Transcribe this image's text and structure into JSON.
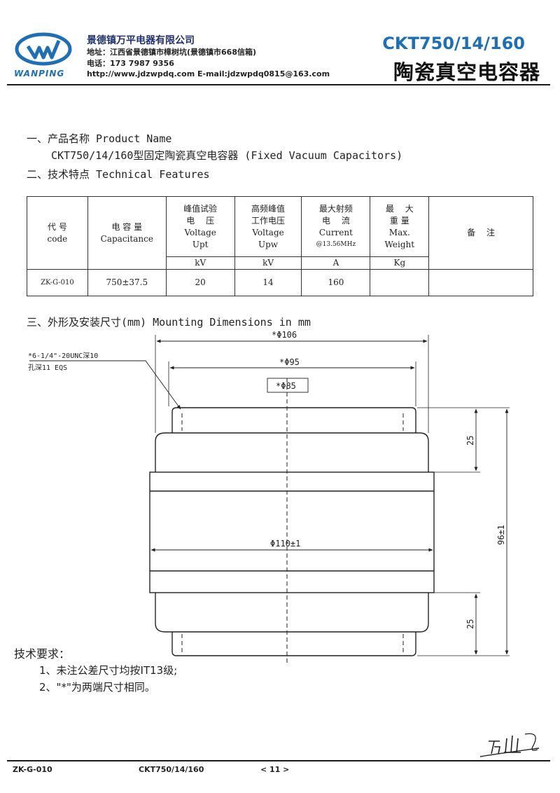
{
  "header": {
    "logo_text": "WANPING",
    "company_name": "景德镇万平电器有限公司",
    "address": "地址：江西省景德镇市樟树坑(景德镇市668信箱)",
    "phone": "电话：173 7987 9356",
    "web_email": "http://www.jdzwpdq.com   E-mail:jdzwpdq0815@163.com",
    "model": "CKT750/14/160",
    "product_title": "陶瓷真空电容器"
  },
  "sections": {
    "product_name_heading": "一、产品名称  Product Name",
    "product_name_value": "CKT750/14/160型固定陶瓷真空电容器  (Fixed Vacuum Capacitors)",
    "tech_features_heading": "二、技术特点  Technical Features",
    "mounting_heading": "三、外形及安装尺寸(mm)   Mounting Dimensions in mm"
  },
  "spec_table": {
    "headers": {
      "code": [
        "代 号",
        "code"
      ],
      "capacitance": [
        "电 容 量",
        "Capacitance"
      ],
      "test_voltage": [
        "峰值试验",
        "电　 压",
        "Voltage",
        "Upt"
      ],
      "work_voltage": [
        "高频峰值",
        "工作电压",
        "Voltage",
        "Upw"
      ],
      "rf_current": [
        "最大射频",
        "电　 流",
        "Current",
        "@13.56MHz"
      ],
      "weight": [
        "最　 大",
        "重 量",
        "Max.",
        "Weight"
      ],
      "remarks": "备　 注"
    },
    "units": {
      "test_voltage": "kV",
      "work_voltage": "kV",
      "rf_current": "A",
      "weight": "Kg"
    },
    "rows": [
      {
        "code": "ZK-G-010",
        "capacitance": "750±37.5",
        "test_voltage": "20",
        "work_voltage": "14",
        "rf_current": "160",
        "weight": "",
        "remarks": ""
      }
    ]
  },
  "drawing": {
    "dim_outer_top": "*Φ106",
    "dim_mid_top": "*Φ95",
    "dim_inner_top": "*Φ85",
    "dim_body": "Φ110±1",
    "dim_end_top": "25",
    "dim_end_bottom": "25",
    "dim_total_height": "96±1",
    "thread_note_line1": "*6-1/4\"-20UNC深10",
    "thread_note_line2": "孔深11 EQS"
  },
  "requirements": {
    "title": "技术要求：",
    "items": [
      "1、未注公差尺寸均按IT13级;",
      "2、\"*\"为两端尺寸相同。"
    ]
  },
  "footer": {
    "code": "ZK-G-010",
    "model": "CKT750/14/160",
    "page": "< 11 >"
  },
  "colors": {
    "logo_blue": "#1f6fb5",
    "model_blue": "#1f6fb5",
    "text": "#222222"
  }
}
